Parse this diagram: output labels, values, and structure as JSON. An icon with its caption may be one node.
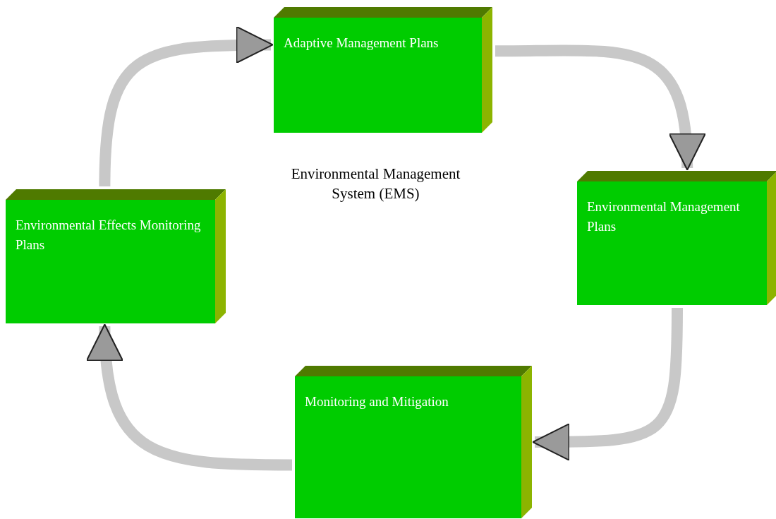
{
  "diagram": {
    "nodes": [
      {
        "text": [
          "Adaptive Management Plans"
        ]
      },
      {
        "text": [
          "Environmental Management Plans"
        ]
      },
      {
        "text": [
          "Monitoring and Mitigation"
        ]
      },
      {
        "text": [
          "Environmental Effects Monitoring Plans"
        ]
      }
    ],
    "edges": [
      {
        "from": 0,
        "to": 1,
        "arrow": "to"
      },
      {
        "from": 1,
        "to": 2,
        "arrow": "to"
      },
      {
        "from": 2,
        "to": 3,
        "arrow": "to"
      },
      {
        "from": 3,
        "to": 0,
        "arrow": "to"
      }
    ],
    "labels": [
      "Environmental Management System (EMS)"
    ]
  }
}
